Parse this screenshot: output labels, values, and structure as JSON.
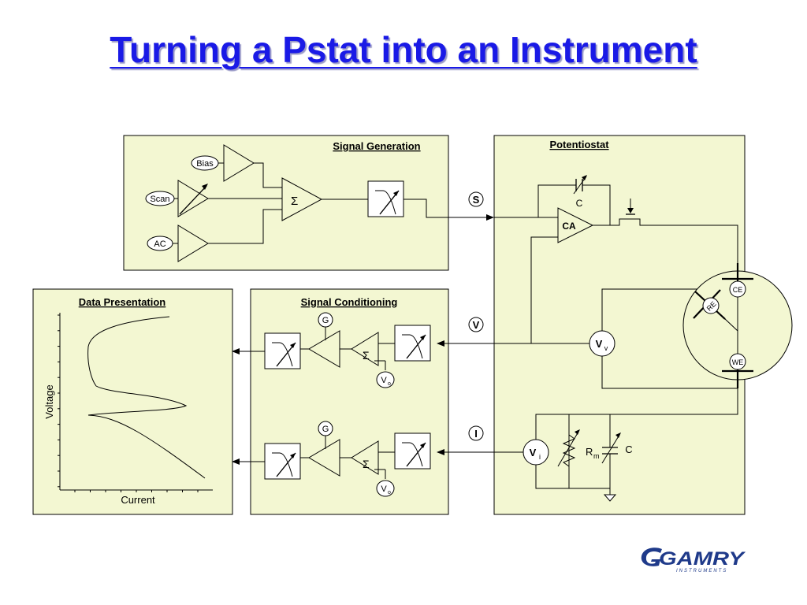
{
  "slide": {
    "title": "Turning a Pstat into an Instrument"
  },
  "panels": {
    "signal_generation": "Signal Generation",
    "potentiostat": "Potentiostat",
    "data_presentation": "Data Presentation",
    "signal_conditioning": "Signal Conditioning"
  },
  "signal_generation": {
    "bias": "Bias",
    "scan": "Scan",
    "ac": "AC",
    "sum": "Σ"
  },
  "nodes": {
    "s": "S",
    "v": "V",
    "i": "I"
  },
  "potentiostat": {
    "ca": "CA",
    "cap_c": "C",
    "vv_main": "V",
    "vv_sub": "v",
    "vi_main": "V",
    "vi_sub": "i",
    "rm_main": "R",
    "rm_sub": "m",
    "cap_c2": "C"
  },
  "cell": {
    "ce": "CE",
    "re": "RE",
    "we": "WE"
  },
  "signal_conditioning": {
    "gain": "G",
    "sum": "Σ",
    "vo_main": "V",
    "vo_sub": "o"
  },
  "data_presentation": {
    "xlabel": "Current",
    "ylabel": "Voltage"
  },
  "logo": {
    "brand": "GAMRY",
    "sub": "INSTRUMENTS",
    "color": "#1f3a8a"
  }
}
